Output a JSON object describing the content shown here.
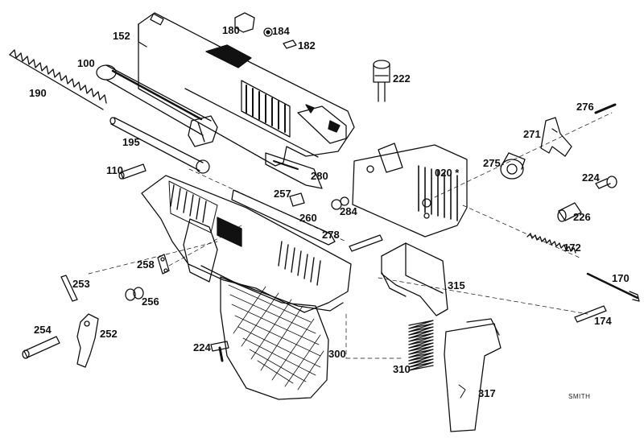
{
  "diagram": {
    "background": "#ffffff",
    "ink": "#111111",
    "parts": [
      {
        "id": "p152",
        "label": "152"
      },
      {
        "id": "p180",
        "label": "180"
      },
      {
        "id": "p184",
        "label": "184"
      },
      {
        "id": "p182",
        "label": "182"
      },
      {
        "id": "p100",
        "label": "100"
      },
      {
        "id": "p190",
        "label": "190"
      },
      {
        "id": "p222",
        "label": "222"
      },
      {
        "id": "p276",
        "label": "276"
      },
      {
        "id": "p271",
        "label": "271"
      },
      {
        "id": "p195",
        "label": "195"
      },
      {
        "id": "p275",
        "label": "275"
      },
      {
        "id": "p020",
        "label": "020 *"
      },
      {
        "id": "p224a",
        "label": "224"
      },
      {
        "id": "p110",
        "label": "110"
      },
      {
        "id": "p280",
        "label": "280"
      },
      {
        "id": "p257",
        "label": "257"
      },
      {
        "id": "p284",
        "label": "284"
      },
      {
        "id": "p260",
        "label": "260"
      },
      {
        "id": "p226",
        "label": "226"
      },
      {
        "id": "p278",
        "label": "278"
      },
      {
        "id": "p172",
        "label": "172"
      },
      {
        "id": "p258",
        "label": "258"
      },
      {
        "id": "p315",
        "label": "315"
      },
      {
        "id": "p170",
        "label": "170"
      },
      {
        "id": "p253",
        "label": "253"
      },
      {
        "id": "p256",
        "label": "256"
      },
      {
        "id": "p174",
        "label": "174"
      },
      {
        "id": "p254",
        "label": "254"
      },
      {
        "id": "p252",
        "label": "252"
      },
      {
        "id": "p224b",
        "label": "224"
      },
      {
        "id": "p300",
        "label": "300"
      },
      {
        "id": "p310",
        "label": "310"
      },
      {
        "id": "p317",
        "label": "317"
      }
    ],
    "signature": "SMITH"
  }
}
